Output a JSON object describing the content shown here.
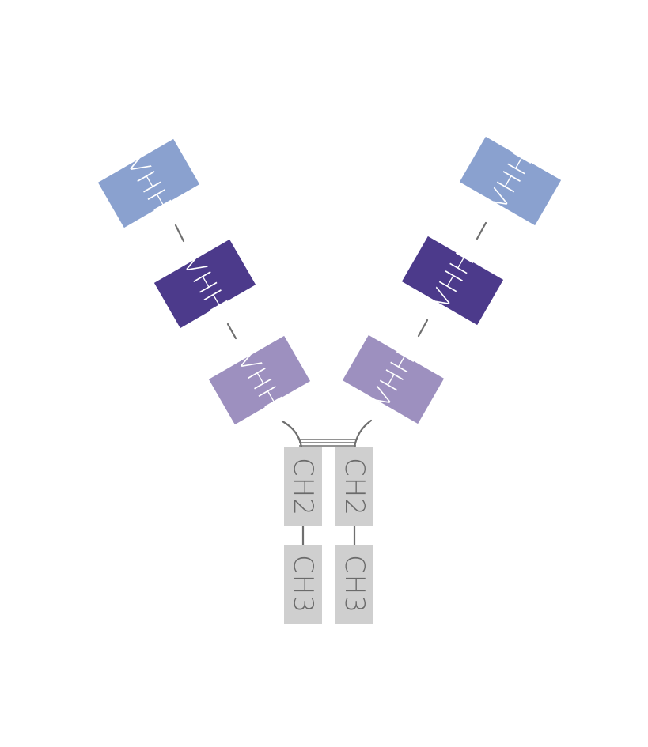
{
  "diagram": {
    "colors": {
      "vhh_outer": "#8aa1cf",
      "vhh_middle": "#4c3a8b",
      "vhh_inner": "#9d90bf",
      "fc": "#cfcfcf",
      "vhh_text": "#ffffff",
      "fc_text": "#6a6a6a",
      "linker": "#6f6f6f"
    },
    "left_arm": {
      "outer_label": "VHH",
      "middle_label": "VHH",
      "inner_label": "VHH"
    },
    "right_arm": {
      "outer_label": "VHH",
      "middle_label": "VHH",
      "inner_label": "VHH"
    },
    "fc_left": {
      "ch2_label": "CH2",
      "ch3_label": "CH3"
    },
    "fc_right": {
      "ch2_label": "CH2",
      "ch3_label": "CH3"
    }
  }
}
